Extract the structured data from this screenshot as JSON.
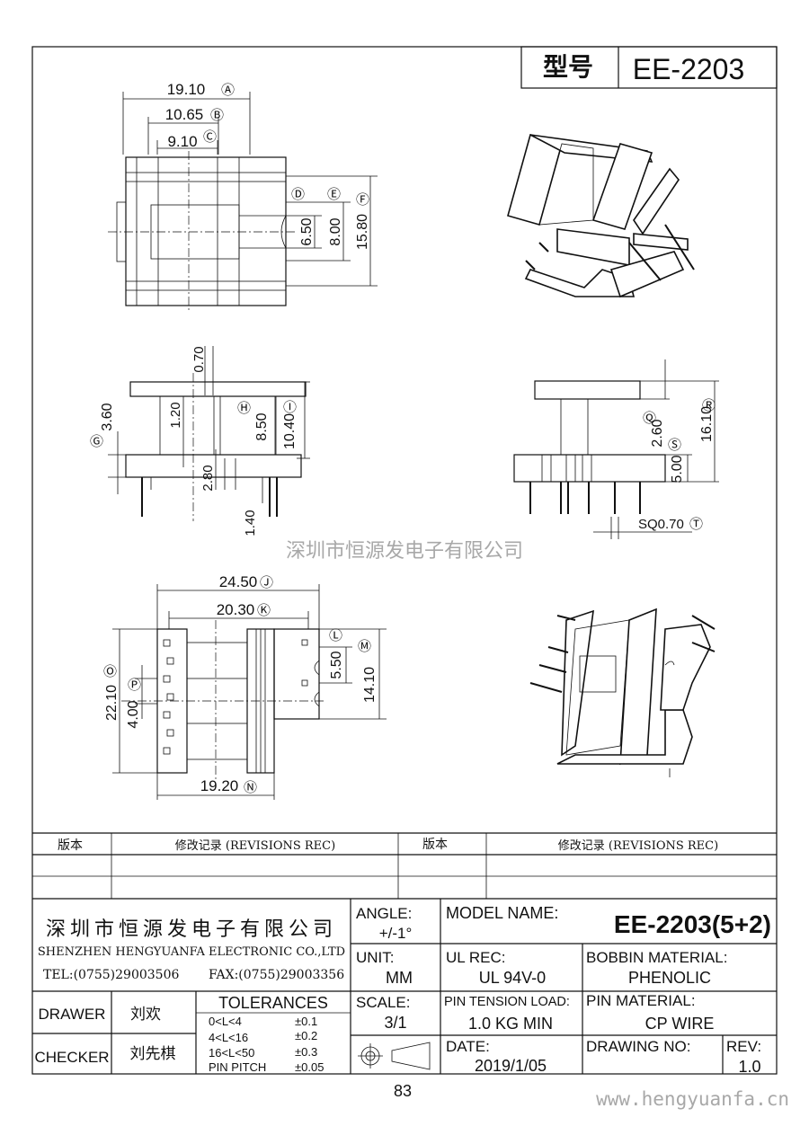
{
  "header": {
    "model_label": "型号",
    "model_value": "EE-2203"
  },
  "dims": {
    "A": "19.10",
    "B": "10.65",
    "C": "9.10",
    "D": "6.50",
    "E": "8.00",
    "F": "15.80",
    "G": "3.60",
    "H": "8.50",
    "I": "10.40",
    "d070": "0.70",
    "d120": "1.20",
    "d280": "2.80",
    "d140": "1.40",
    "Q": "2.60",
    "R": "16.10",
    "S": "5.00",
    "T": "SQ0.70",
    "J": "24.50",
    "K": "20.30",
    "L": "5.50",
    "M": "14.10",
    "O": "22.10",
    "P": "4.00",
    "N": "19.20"
  },
  "circled": {
    "A": "Ⓐ",
    "B": "Ⓑ",
    "C": "Ⓒ",
    "D": "Ⓓ",
    "E": "Ⓔ",
    "F": "Ⓕ",
    "G": "Ⓖ",
    "H": "Ⓗ",
    "I": "Ⓘ",
    "J": "Ⓙ",
    "K": "Ⓚ",
    "L": "Ⓛ",
    "M": "Ⓜ",
    "N": "Ⓝ",
    "O": "Ⓞ",
    "P": "Ⓟ",
    "Q": "Ⓠ",
    "R": "Ⓡ",
    "S": "Ⓢ",
    "T": "Ⓣ"
  },
  "watermark_center": "深圳市恒源发电子有限公司",
  "revisions": {
    "col1": "版本",
    "col2": "修改记录 (REVISIONS REC)",
    "col3": "版本",
    "col4": "修改记录 (REVISIONS REC)"
  },
  "company": {
    "name_cn": "深圳市恒源发电子有限公司",
    "name_en": "SHENZHEN HENGYUANFA ELECTRONIC CO.,LTD",
    "tel": "TEL:(0755)29003506",
    "fax": "FAX:(0755)29003356"
  },
  "title_block": {
    "angle_label": "ANGLE:",
    "angle_value": "+/-1°",
    "model_name_label": "MODEL NAME:",
    "model_name_value": "EE-2203(5+2)",
    "unit_label": "UNIT:",
    "unit_value": "MM",
    "ul_label": "UL REC:",
    "ul_value": "UL 94V-0",
    "bobbin_label": "BOBBIN MATERIAL:",
    "bobbin_value": "PHENOLIC",
    "drawer_label": "DRAWER",
    "drawer_value": "刘欢",
    "checker_label": "CHECKER",
    "checker_value": "刘先棋",
    "tolerances_label": "TOLERANCES",
    "tolerances": [
      {
        "range": "0<L<4",
        "value": "±0.1"
      },
      {
        "range": "4<L<16",
        "value": "±0.2"
      },
      {
        "range": "16<L<50",
        "value": "±0.3"
      },
      {
        "range": "PIN PITCH",
        "value": "±0.05"
      }
    ],
    "scale_label": "SCALE:",
    "scale_value": "3/1",
    "pin_tension_label": "PIN TENSION LOAD:",
    "pin_tension_value": "1.0 KG MIN",
    "pin_material_label": "PIN MATERIAL:",
    "pin_material_value": "CP WIRE",
    "date_label": "DATE:",
    "date_value": "2019/1/05",
    "drawing_no_label": "DRAWING NO:",
    "drawing_no_value": "",
    "rev_label": "REV:",
    "rev_value": "1.0"
  },
  "page_number": "83",
  "website": "www.hengyuanfa.cn"
}
